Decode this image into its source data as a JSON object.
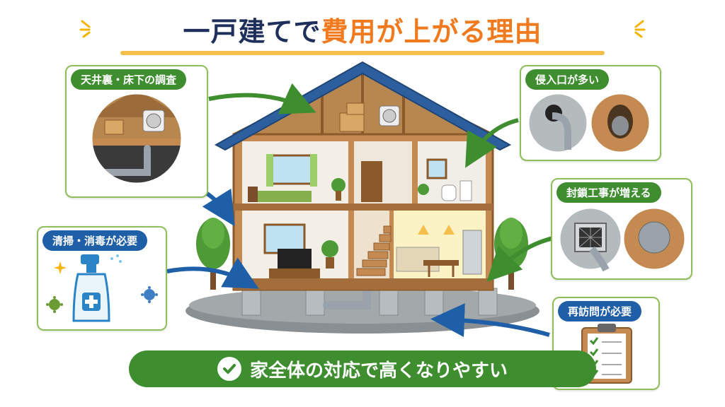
{
  "title": {
    "part1": "一戸建てで",
    "part2": "費用が上がる理由"
  },
  "labels": {
    "attic": "天井裏・床下の調査",
    "cleaning": "清掃・消毒が必要",
    "entry": "侵入口が多い",
    "sealing": "封鎖工事が増える",
    "revisit": "再訪問が必要"
  },
  "banner": {
    "text": "家全体の対応で高くなりやすい"
  },
  "colors": {
    "navy": "#1f2f5c",
    "orange": "#f07a1d",
    "green": "#3e8e2f",
    "blue": "#1f5fa8",
    "roof": "#2d5e9e"
  },
  "icons": [
    "spray-bottle-icon",
    "germ-icon",
    "clipboard-checklist-icon",
    "check-circle-icon",
    "sparkle-icon"
  ]
}
